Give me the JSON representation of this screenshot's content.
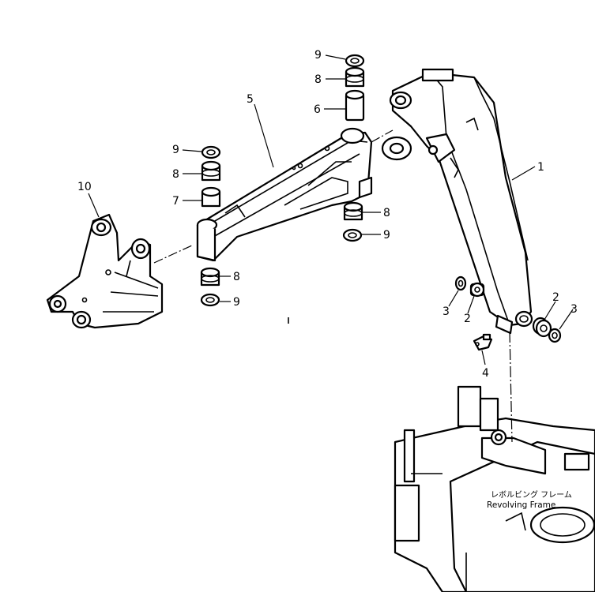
{
  "callouts": [
    {
      "id": "c9a",
      "text": "9"
    },
    {
      "id": "c8a",
      "text": "8"
    },
    {
      "id": "c6",
      "text": "6"
    },
    {
      "id": "c5",
      "text": "5"
    },
    {
      "id": "c1",
      "text": "1"
    },
    {
      "id": "c9b",
      "text": "9"
    },
    {
      "id": "c8b",
      "text": "8"
    },
    {
      "id": "c7",
      "text": "7"
    },
    {
      "id": "c10",
      "text": "10"
    },
    {
      "id": "c8c",
      "text": "8"
    },
    {
      "id": "c9c",
      "text": "9"
    },
    {
      "id": "c8d",
      "text": "8"
    },
    {
      "id": "c9d",
      "text": "9"
    },
    {
      "id": "c3a",
      "text": "3"
    },
    {
      "id": "c2a",
      "text": "2"
    },
    {
      "id": "c2b",
      "text": "2"
    },
    {
      "id": "c3b",
      "text": "3"
    },
    {
      "id": "c4",
      "text": "4"
    }
  ],
  "frame_label": {
    "japanese": "レボルビング フレーム",
    "english": "Revolving Frame"
  }
}
